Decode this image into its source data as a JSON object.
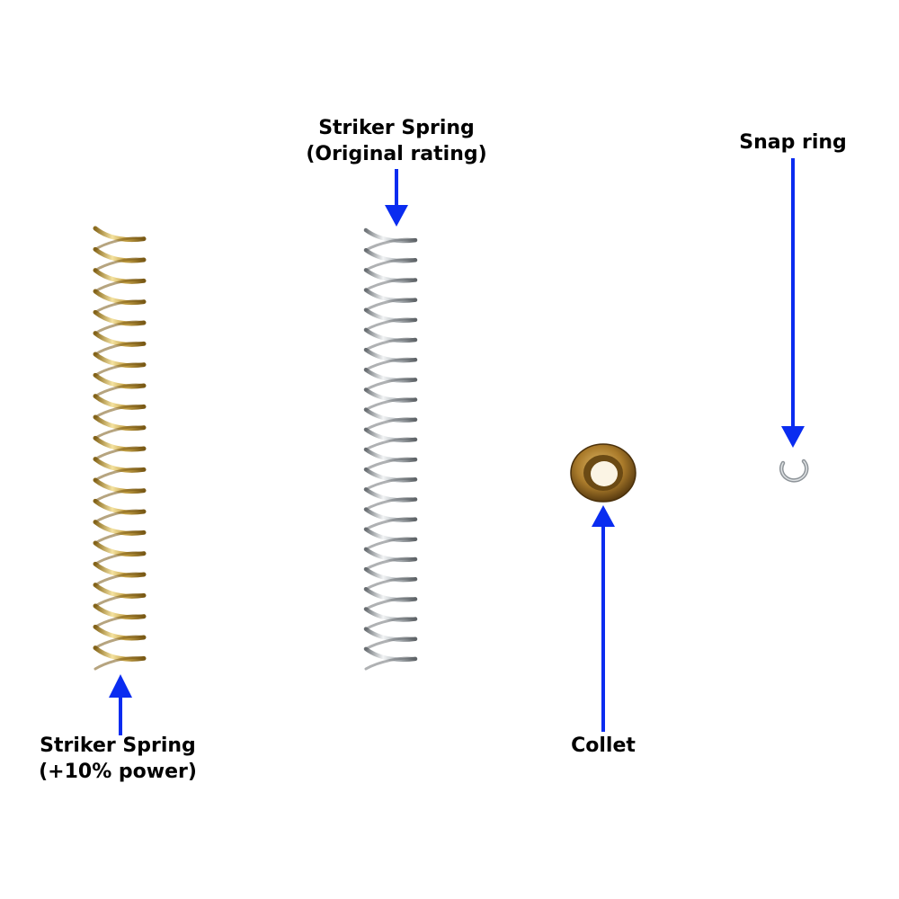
{
  "labels": {
    "gold_spring": {
      "line1": "Striker Spring",
      "line2": "(+10% power)"
    },
    "silver_spring": {
      "line1": "Striker Spring",
      "line2": "(Original rating)"
    },
    "snap_ring": {
      "line1": "Snap ring"
    },
    "collet": {
      "line1": "Collet"
    }
  },
  "colors": {
    "arrow": "#0a2cf0",
    "gold_spring": "#c9a64a",
    "silver_spring": "#b9bec2",
    "collet": "#a97a2a",
    "snap_ring": "#8e9499",
    "text": "#000000"
  }
}
